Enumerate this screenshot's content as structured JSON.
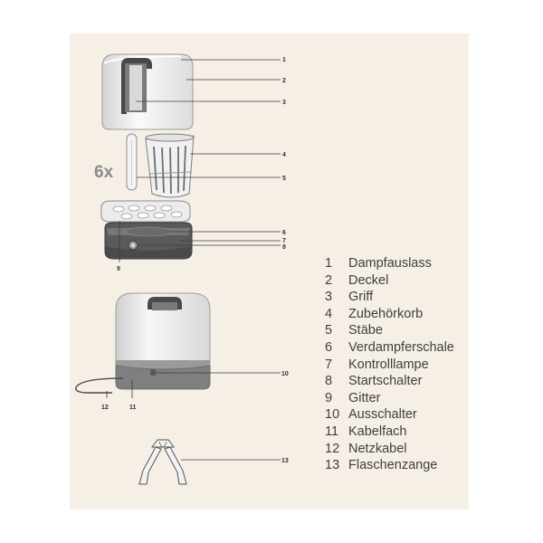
{
  "figure": {
    "multiplier": "6x",
    "callouts": [
      "1",
      "2",
      "3",
      "4",
      "5",
      "6",
      "7",
      "8",
      "9",
      "10",
      "11",
      "12",
      "13"
    ]
  },
  "legend": [
    {
      "num": "1",
      "text": "Dampfauslass"
    },
    {
      "num": "2",
      "text": "Deckel"
    },
    {
      "num": "3",
      "text": "Griff"
    },
    {
      "num": "4",
      "text": "Zubehörkorb"
    },
    {
      "num": "5",
      "text": "Stäbe"
    },
    {
      "num": "6",
      "text": "Verdampferschale"
    },
    {
      "num": "7",
      "text": "Kontrolllampe"
    },
    {
      "num": "8",
      "text": "Startschalter"
    },
    {
      "num": "9",
      "text": "Gitter"
    },
    {
      "num": "10",
      "text": "Ausschalter"
    },
    {
      "num": "11",
      "text": "Kabelfach"
    },
    {
      "num": "12",
      "text": "Netzkabel"
    },
    {
      "num": "13",
      "text": "Flaschenzange"
    }
  ],
  "colors": {
    "panel": "#f6efe6",
    "appliance_body": "#f2f2f2",
    "appliance_shadow": "#c9c9c9",
    "base_dark": "#555555",
    "handle_dark": "#4a4a4a",
    "text": "#3f3f3f"
  }
}
